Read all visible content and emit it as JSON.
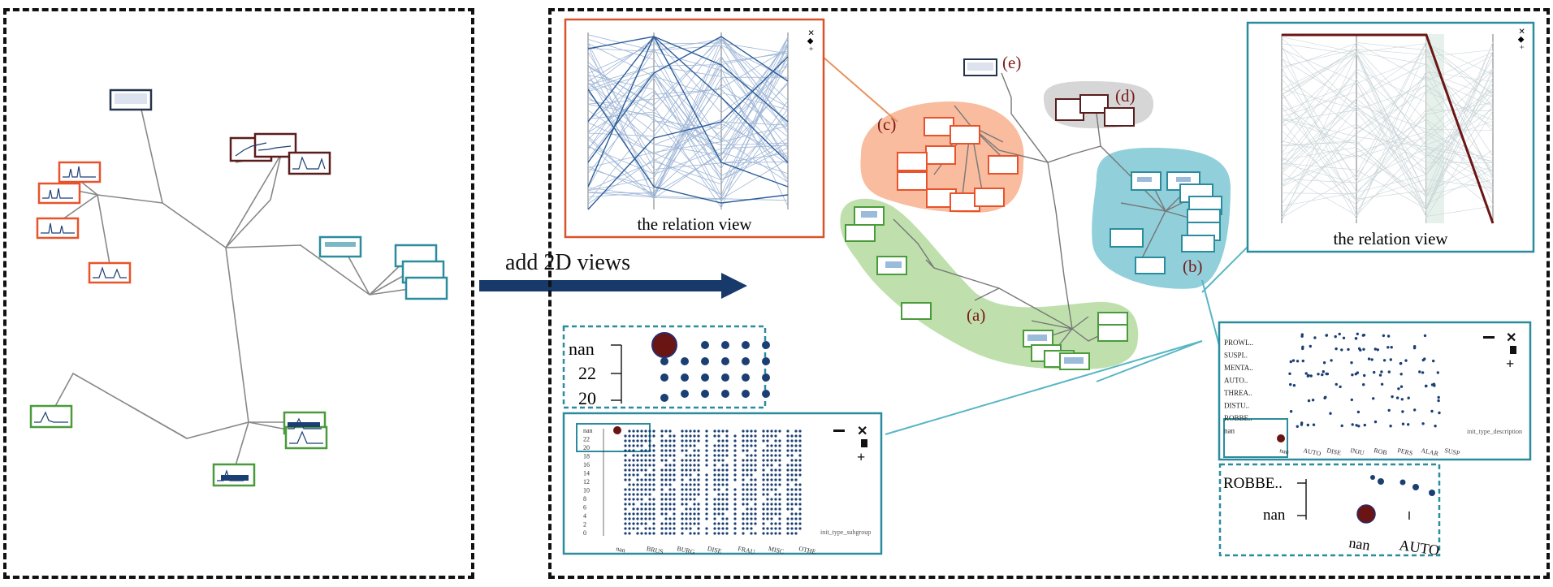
{
  "arrow": {
    "label": "add 2D views"
  },
  "relation_view_left": {
    "caption": "the relation view",
    "controls": "✕ ◆ +"
  },
  "relation_view_right": {
    "caption": "the relation view",
    "controls": "✕ ◆ +"
  },
  "groups": {
    "a": {
      "label": "(a)"
    },
    "b": {
      "label": "(b)"
    },
    "c": {
      "label": "(c)"
    },
    "d": {
      "label": "(d)"
    },
    "e": {
      "label": "(e)"
    }
  },
  "zoom_left": {
    "tick_labels": [
      "nan",
      "22",
      "20"
    ]
  },
  "zoom_right": {
    "y_labels": [
      "ROBBE..",
      "nan"
    ],
    "x_labels": [
      "nan",
      "AUTO"
    ]
  },
  "scatter_left": {
    "x_axis_title": "init_type_subgroup",
    "x_labels": [
      "nan",
      "BRUS",
      "BURG",
      "DISE",
      "FRAU",
      "MISC",
      "OTHE"
    ],
    "y_labels": [
      "nan",
      "22",
      "20",
      "18",
      "16",
      "14",
      "12",
      "10",
      "8",
      "6",
      "4",
      "2",
      "0"
    ]
  },
  "scatter_right": {
    "x_axis_title": "init_type_description",
    "y_labels": [
      "PROWL..",
      "SUSPI..",
      "MENTA..",
      "AUTO..",
      "THREA..",
      "DISTU..",
      "ROBBE..",
      "nan"
    ],
    "x_labels": [
      "nan",
      "AUTO",
      "DISE",
      "INJU",
      "ROB",
      "PERS",
      "ALAR",
      "SUSP"
    ]
  },
  "colors": {
    "orange": "#e8532b",
    "dark_red": "#5a1d1d",
    "teal": "#2b8c9e",
    "green": "#4a9b3c",
    "navy": "#1b3f73",
    "arrow": "#173a6b"
  }
}
